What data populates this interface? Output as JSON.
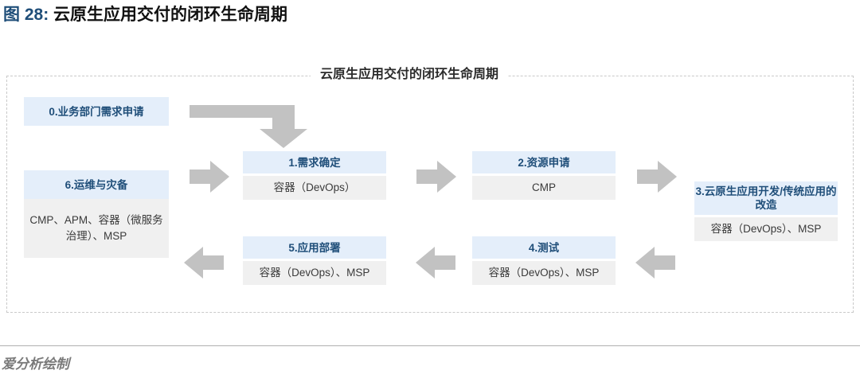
{
  "caption": {
    "label": "图 28:",
    "title": "云原生应用交付的闭环生命周期"
  },
  "diagram": {
    "title": "云原生应用交付的闭环生命周期",
    "nodes": [
      {
        "id": "0",
        "head": "0.业务部门需求申请",
        "body": ""
      },
      {
        "id": "6",
        "head": "6.运维与灾备",
        "body": "CMP、APM、容器（微服务治理）、MSP"
      },
      {
        "id": "1",
        "head": "1.需求确定",
        "body": "容器（DevOps）"
      },
      {
        "id": "2",
        "head": "2.资源申请",
        "body": "CMP"
      },
      {
        "id": "3",
        "head": "3.云原生应用开发/传统应用的改造",
        "body": "容器（DevOps）、MSP"
      },
      {
        "id": "4",
        "head": "4.测试",
        "body": "容器（DevOps）、MSP"
      },
      {
        "id": "5",
        "head": "5.应用部署",
        "body": "容器（DevOps）、MSP"
      }
    ],
    "arrows": [
      {
        "name": "arrow-elbow",
        "from": "0",
        "to": "1",
        "direction": "right-then-down"
      },
      {
        "name": "arrow-0-1",
        "from": "6",
        "to": "1",
        "direction": "right"
      },
      {
        "name": "arrow-1-2",
        "from": "1",
        "to": "2",
        "direction": "right"
      },
      {
        "name": "arrow-2-3",
        "from": "2",
        "to": "3",
        "direction": "right"
      },
      {
        "name": "arrow-3-4",
        "from": "3",
        "to": "4",
        "direction": "left"
      },
      {
        "name": "arrow-4-5",
        "from": "4",
        "to": "5",
        "direction": "left"
      },
      {
        "name": "arrow-5-6",
        "from": "5",
        "to": "6",
        "direction": "left"
      }
    ]
  },
  "footer": {
    "note": "爱分析绘制"
  },
  "colors": {
    "label_blue": "#1f4e79",
    "head_bg": "#e4eefa",
    "body_bg": "#f0f0f0",
    "arrow_gray": "#c2c2c2",
    "frame_dash": "#c9c9c9",
    "footer_gray": "#7a7a7a"
  }
}
